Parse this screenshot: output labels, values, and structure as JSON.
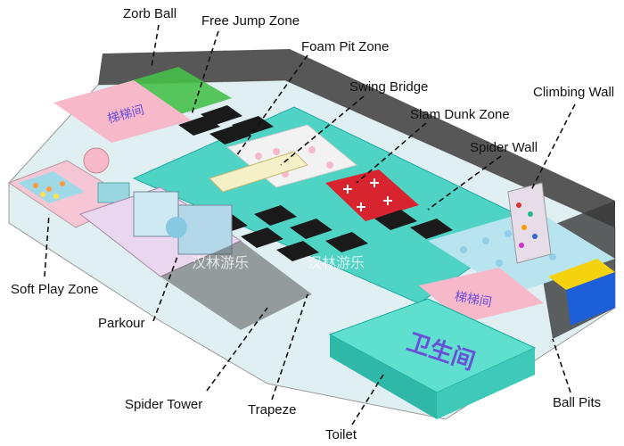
{
  "labels": {
    "zorb_ball": "Zorb Ball",
    "free_jump_zone": "Free Jump Zone",
    "foam_pit_zone": "Foam Pit Zone",
    "swing_bridge": "Swing Bridge",
    "climbing_wall": "Climbing Wall",
    "slam_dunk_zone": "Slam Dunk Zone",
    "spider_wall": "Spider Wall",
    "soft_play_zone": "Soft Play Zone",
    "parkour": "Parkour",
    "spider_tower": "Spider Tower",
    "trapeze": "Trapeze",
    "toilet": "Toilet",
    "ball_pits": "Ball Pits"
  },
  "signs": {
    "pink_banner_left": "梯梯间",
    "pink_banner_right": "梯梯间",
    "toilet_block": "卫生间",
    "watermark": "汉林游乐"
  },
  "colors": {
    "floor_teal": "#4fd3c4",
    "pink": "#f7b8c9",
    "trampoline_black": "#1a1a1a",
    "net_dark": "#2b2b2b",
    "foam_white": "#f2f2f2",
    "sign_purple": "#6a4fd8",
    "ball_pit_blue": "#8fd0e8",
    "climbing_wall": "#e6dde8",
    "accent_yellow": "#f4d20d",
    "accent_blue": "#1c5fd8"
  }
}
